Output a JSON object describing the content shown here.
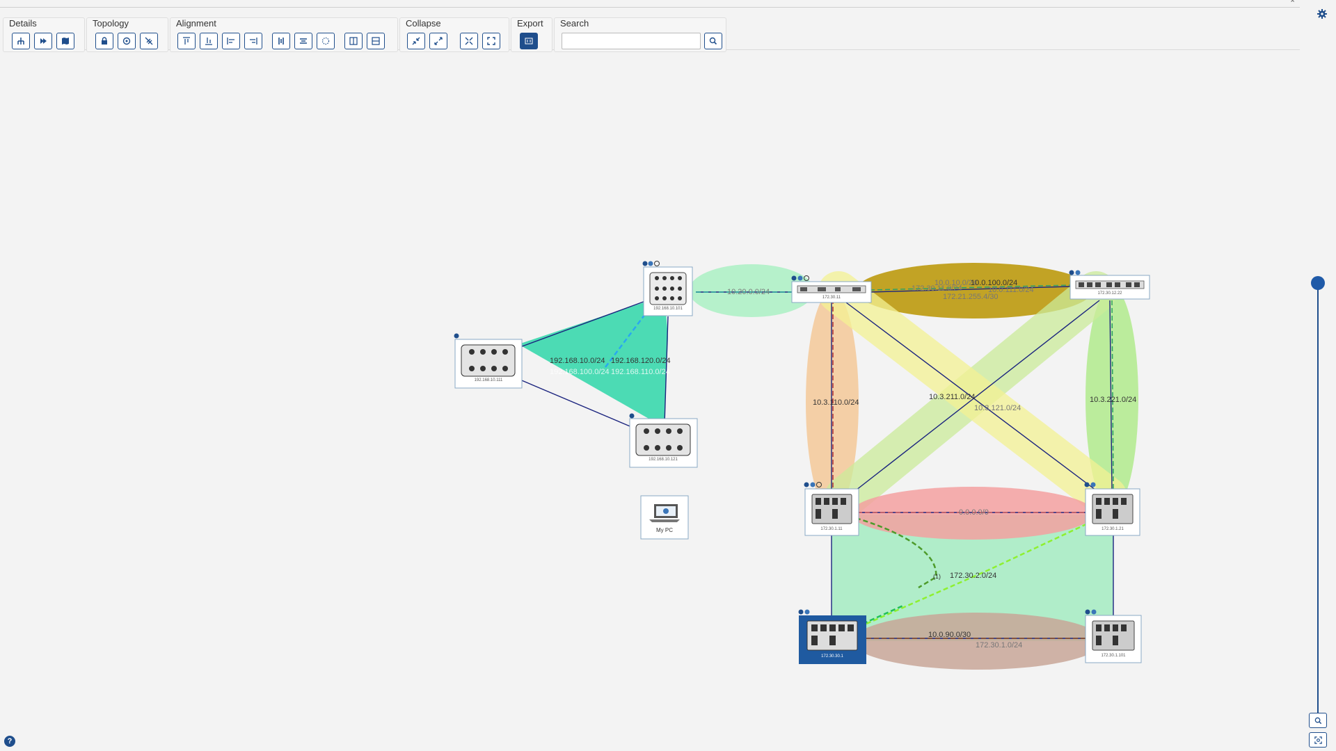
{
  "toolbar": {
    "groups": {
      "details": "Details",
      "topology": "Topology",
      "alignment": "Alignment",
      "collapse": "Collapse",
      "export": "Export",
      "search": "Search"
    },
    "search_placeholder": "",
    "icons": {
      "details": [
        "tree-layout-icon",
        "forward-icon",
        "map-icon"
      ],
      "topology": [
        "lock-icon",
        "target-icon",
        "link-off-icon"
      ],
      "alignment": [
        "align-top-icon",
        "align-bottom-icon",
        "align-left-icon",
        "align-right-icon",
        "distribute-horizontal-icon",
        "distribute-vertical-icon",
        "circle-layout-icon",
        "split-horizontal-icon",
        "split-vertical-icon"
      ],
      "collapse": [
        "collapse-icon",
        "expand-icon",
        "collapse-all-icon",
        "expand-all-icon"
      ],
      "export": [
        "png-export-icon"
      ]
    }
  },
  "colors": {
    "accent": "#1f4e8c",
    "selected_device": "#1f5aa0",
    "link": "#1a237e"
  },
  "devices": {
    "d1": "192.168.10.111",
    "d2": "192.168.10.101",
    "d3": "192.168.10.121",
    "mypc": "My PC",
    "d4": "172.30.11",
    "d5": "172.30.12.22",
    "d6": "172.30.1.11",
    "d7": "172.30.1.21",
    "d8": "172.30.30.1",
    "d9": "172.30.1.101"
  },
  "networks": {
    "n1": "192.168.10.0/24",
    "n2": "192.168.100.0/24",
    "n3": "192.168.120.0/24",
    "n4": "192.168.110.0/24",
    "n5": "10.20.0.0/24",
    "n6": "10.0.10.0/24",
    "n7": "10.0.100.0/24",
    "n8": "10.0.111.0/24",
    "n9": "172.30.11.0/24",
    "n10": "172.21.255.4/30",
    "n11": "10.3.110.0/24",
    "n12": "10.3.211.0/24",
    "n13": "10.3.121.0/24",
    "n14": "10.3.221.0/24",
    "n15": "0.0.0.0/0",
    "n16": "172.30.2.0/24",
    "n17": "10.0.90.0/30",
    "n18": "172.30.1.0/24",
    "n19": "(1)"
  }
}
